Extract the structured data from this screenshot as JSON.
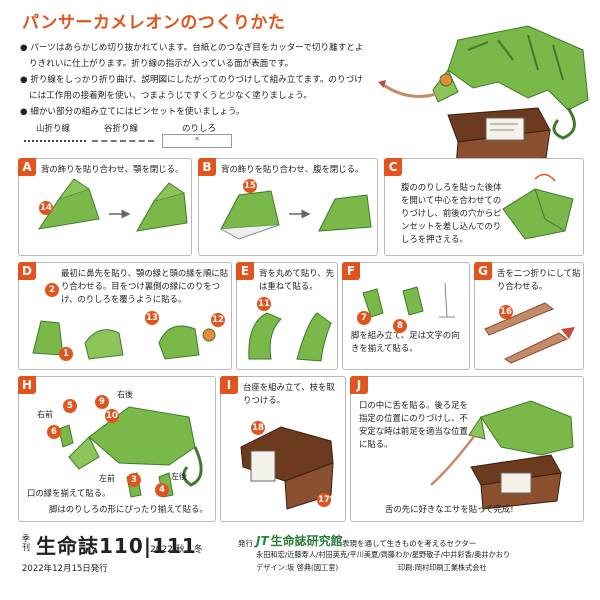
{
  "title": "パンサーカメレオンのつくりかた",
  "intro": [
    "● パーツはあらかじめ切り抜かれています。台紙とのつなぎ目をカッターで切り離すとよりきれいに仕上がります。折り線の指示が入っている面が表面です。",
    "● 折り線をしっかり折り曲げ、説明図にしたがってのりづけして組み立てます。のりづけには工作用の接着剤を使い、つまようじですくうと少なく塗りましょう。",
    "● 細かい部分の組み立てにはピンセットを使いましょう。"
  ],
  "legend": {
    "mountain": "山折り線",
    "valley": "谷折り線",
    "glue": "のりしろ",
    "glue_mark": "*"
  },
  "panels": {
    "A": {
      "label": "A",
      "caption": "背の飾りを貼り合わせ、顎を閉じる。",
      "nums": [
        "14"
      ]
    },
    "B": {
      "label": "B",
      "caption": "背の飾りを貼り合わせ、腹を閉じる。",
      "nums": [
        "15"
      ]
    },
    "C": {
      "label": "C",
      "caption": "腹ののりしろを貼った後体を開いて中心を合わせてのりづけし、前後の穴からピンセットを差し込んでのりしろを押さえる。"
    },
    "D": {
      "label": "D",
      "caption": "最初に鼻先を貼り、顎の縁と頭の縁を順に貼り合わせる。目をつけ裏側の縁にのりをつけ、のりしろを覆うように貼る。",
      "nums": [
        "2",
        "1",
        "13",
        "12"
      ]
    },
    "E": {
      "label": "E",
      "caption": "背を丸めて貼り、先は重ねて貼る。",
      "nums": [
        "11"
      ]
    },
    "F": {
      "label": "F",
      "caption": "脚を組み立て、足は文字の向きを揃えて貼る。",
      "nums": [
        "7",
        "8"
      ]
    },
    "G": {
      "label": "G",
      "caption": "舌を二つ折りにして貼り合わせる。",
      "nums": [
        "16"
      ]
    },
    "H": {
      "label": "H",
      "caption1": "口の縁を揃えて貼る。",
      "caption2": "脚はのりしろの形にぴったり揃えて貼る。",
      "nums": [
        "5",
        "9",
        "10",
        "6",
        "3",
        "4"
      ],
      "ann": {
        "rb": "右後",
        "rf": "右前",
        "lf": "左前",
        "lb": "左後"
      }
    },
    "I": {
      "label": "I",
      "caption": "台座を組み立て、枝を取りつける。",
      "nums": [
        "18",
        "17"
      ]
    },
    "J": {
      "label": "J",
      "caption1": "口の中に舌を貼る。後ろ足を指定の位置にのりづけし、不安定な時は前足を適当な位置に貼る。",
      "caption2": "舌の先に好きなエサを貼って完成!"
    }
  },
  "footer": {
    "mag_small": "季刊",
    "mag_title": "生命誌110|111",
    "mag_issue": "2022 秋・冬",
    "date": "2022年12月15日発行",
    "publisher_label": "発行",
    "jt": "JT",
    "org": "生命誌研究館",
    "org_desc": "表現を通して生きものを考えるセクター",
    "staff": "永田和宏/近藤寿人/村田英克/平川美夏/齊藤わか/星野敬子/中井彩香/奥井かおり",
    "design": "デザイン:坂 啓典(図工室)",
    "print": "印刷:岡村印刷工業株式会社"
  },
  "colors": {
    "accent": "#e2541d",
    "green": "#7bb84a",
    "dark_green": "#3f7a2c",
    "wood": "#6b3a1f"
  }
}
